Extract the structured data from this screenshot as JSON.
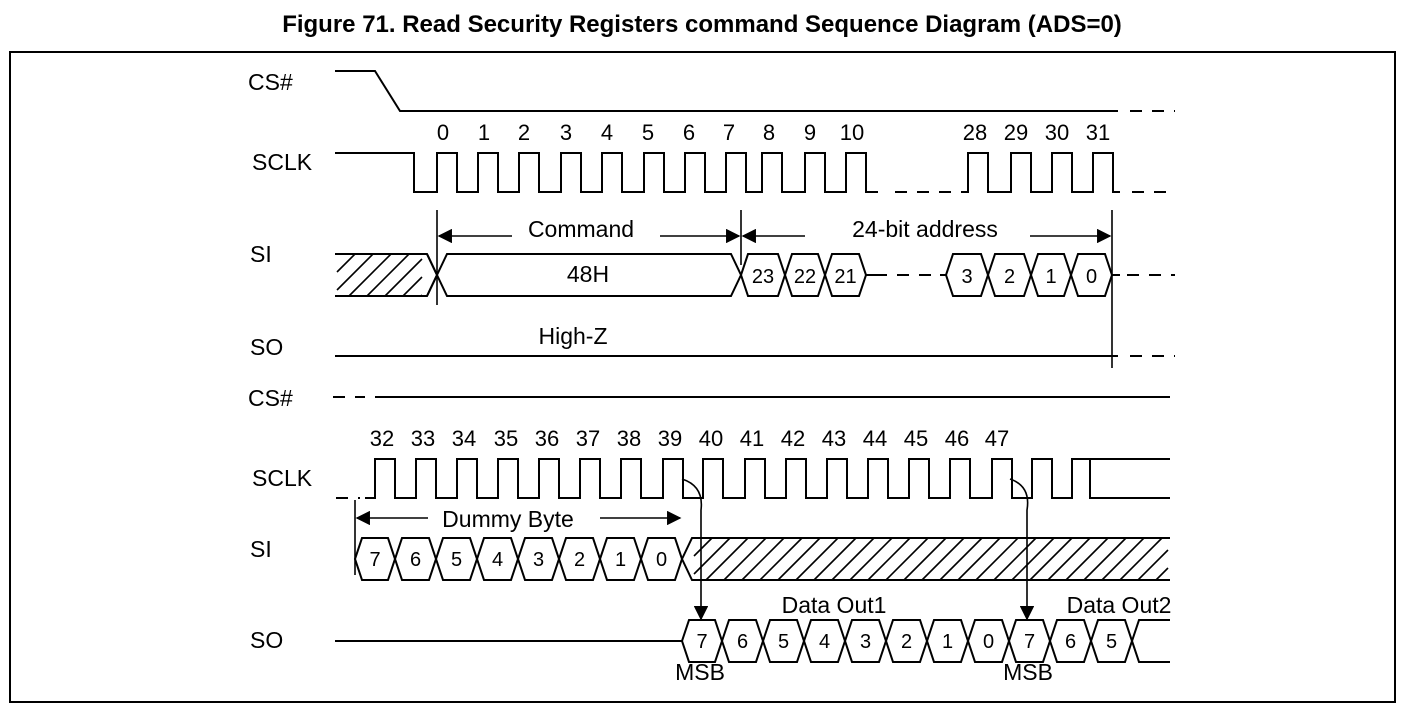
{
  "title": "Figure 71. Read Security Registers command Sequence Diagram (ADS=0)",
  "signal_labels": {
    "cs_top": "CS#",
    "sclk_top": "SCLK",
    "si_top": "SI",
    "so_top": "SO",
    "cs_bottom": "CS#",
    "sclk_bottom": "SCLK",
    "si_bottom": "SI",
    "so_bottom": "SO"
  },
  "top_clock_numbers": [
    "0",
    "1",
    "2",
    "3",
    "4",
    "5",
    "6",
    "7",
    "8",
    "9",
    "10",
    "28",
    "29",
    "30",
    "31"
  ],
  "bottom_clock_numbers": [
    "32",
    "33",
    "34",
    "35",
    "36",
    "37",
    "38",
    "39",
    "40",
    "41",
    "42",
    "43",
    "44",
    "45",
    "46",
    "47"
  ],
  "annotations": {
    "command": "Command",
    "address": "24-bit address",
    "high_z": "High-Z",
    "dummy_byte": "Dummy Byte",
    "data_out1": "Data Out1",
    "data_out2": "Data Out2",
    "msb1": "MSB",
    "msb2": "MSB"
  },
  "si_top": {
    "command_value": "48H",
    "address_bits_first": [
      "23",
      "22",
      "21"
    ],
    "address_bits_last": [
      "3",
      "2",
      "1",
      "0"
    ]
  },
  "si_bottom_dummy_bits": [
    "7",
    "6",
    "5",
    "4",
    "3",
    "2",
    "1",
    "0"
  ],
  "so_data_out1_bits": [
    "7",
    "6",
    "5",
    "4",
    "3",
    "2",
    "1",
    "0"
  ],
  "so_data_out2_bits": [
    "7",
    "6",
    "5"
  ]
}
